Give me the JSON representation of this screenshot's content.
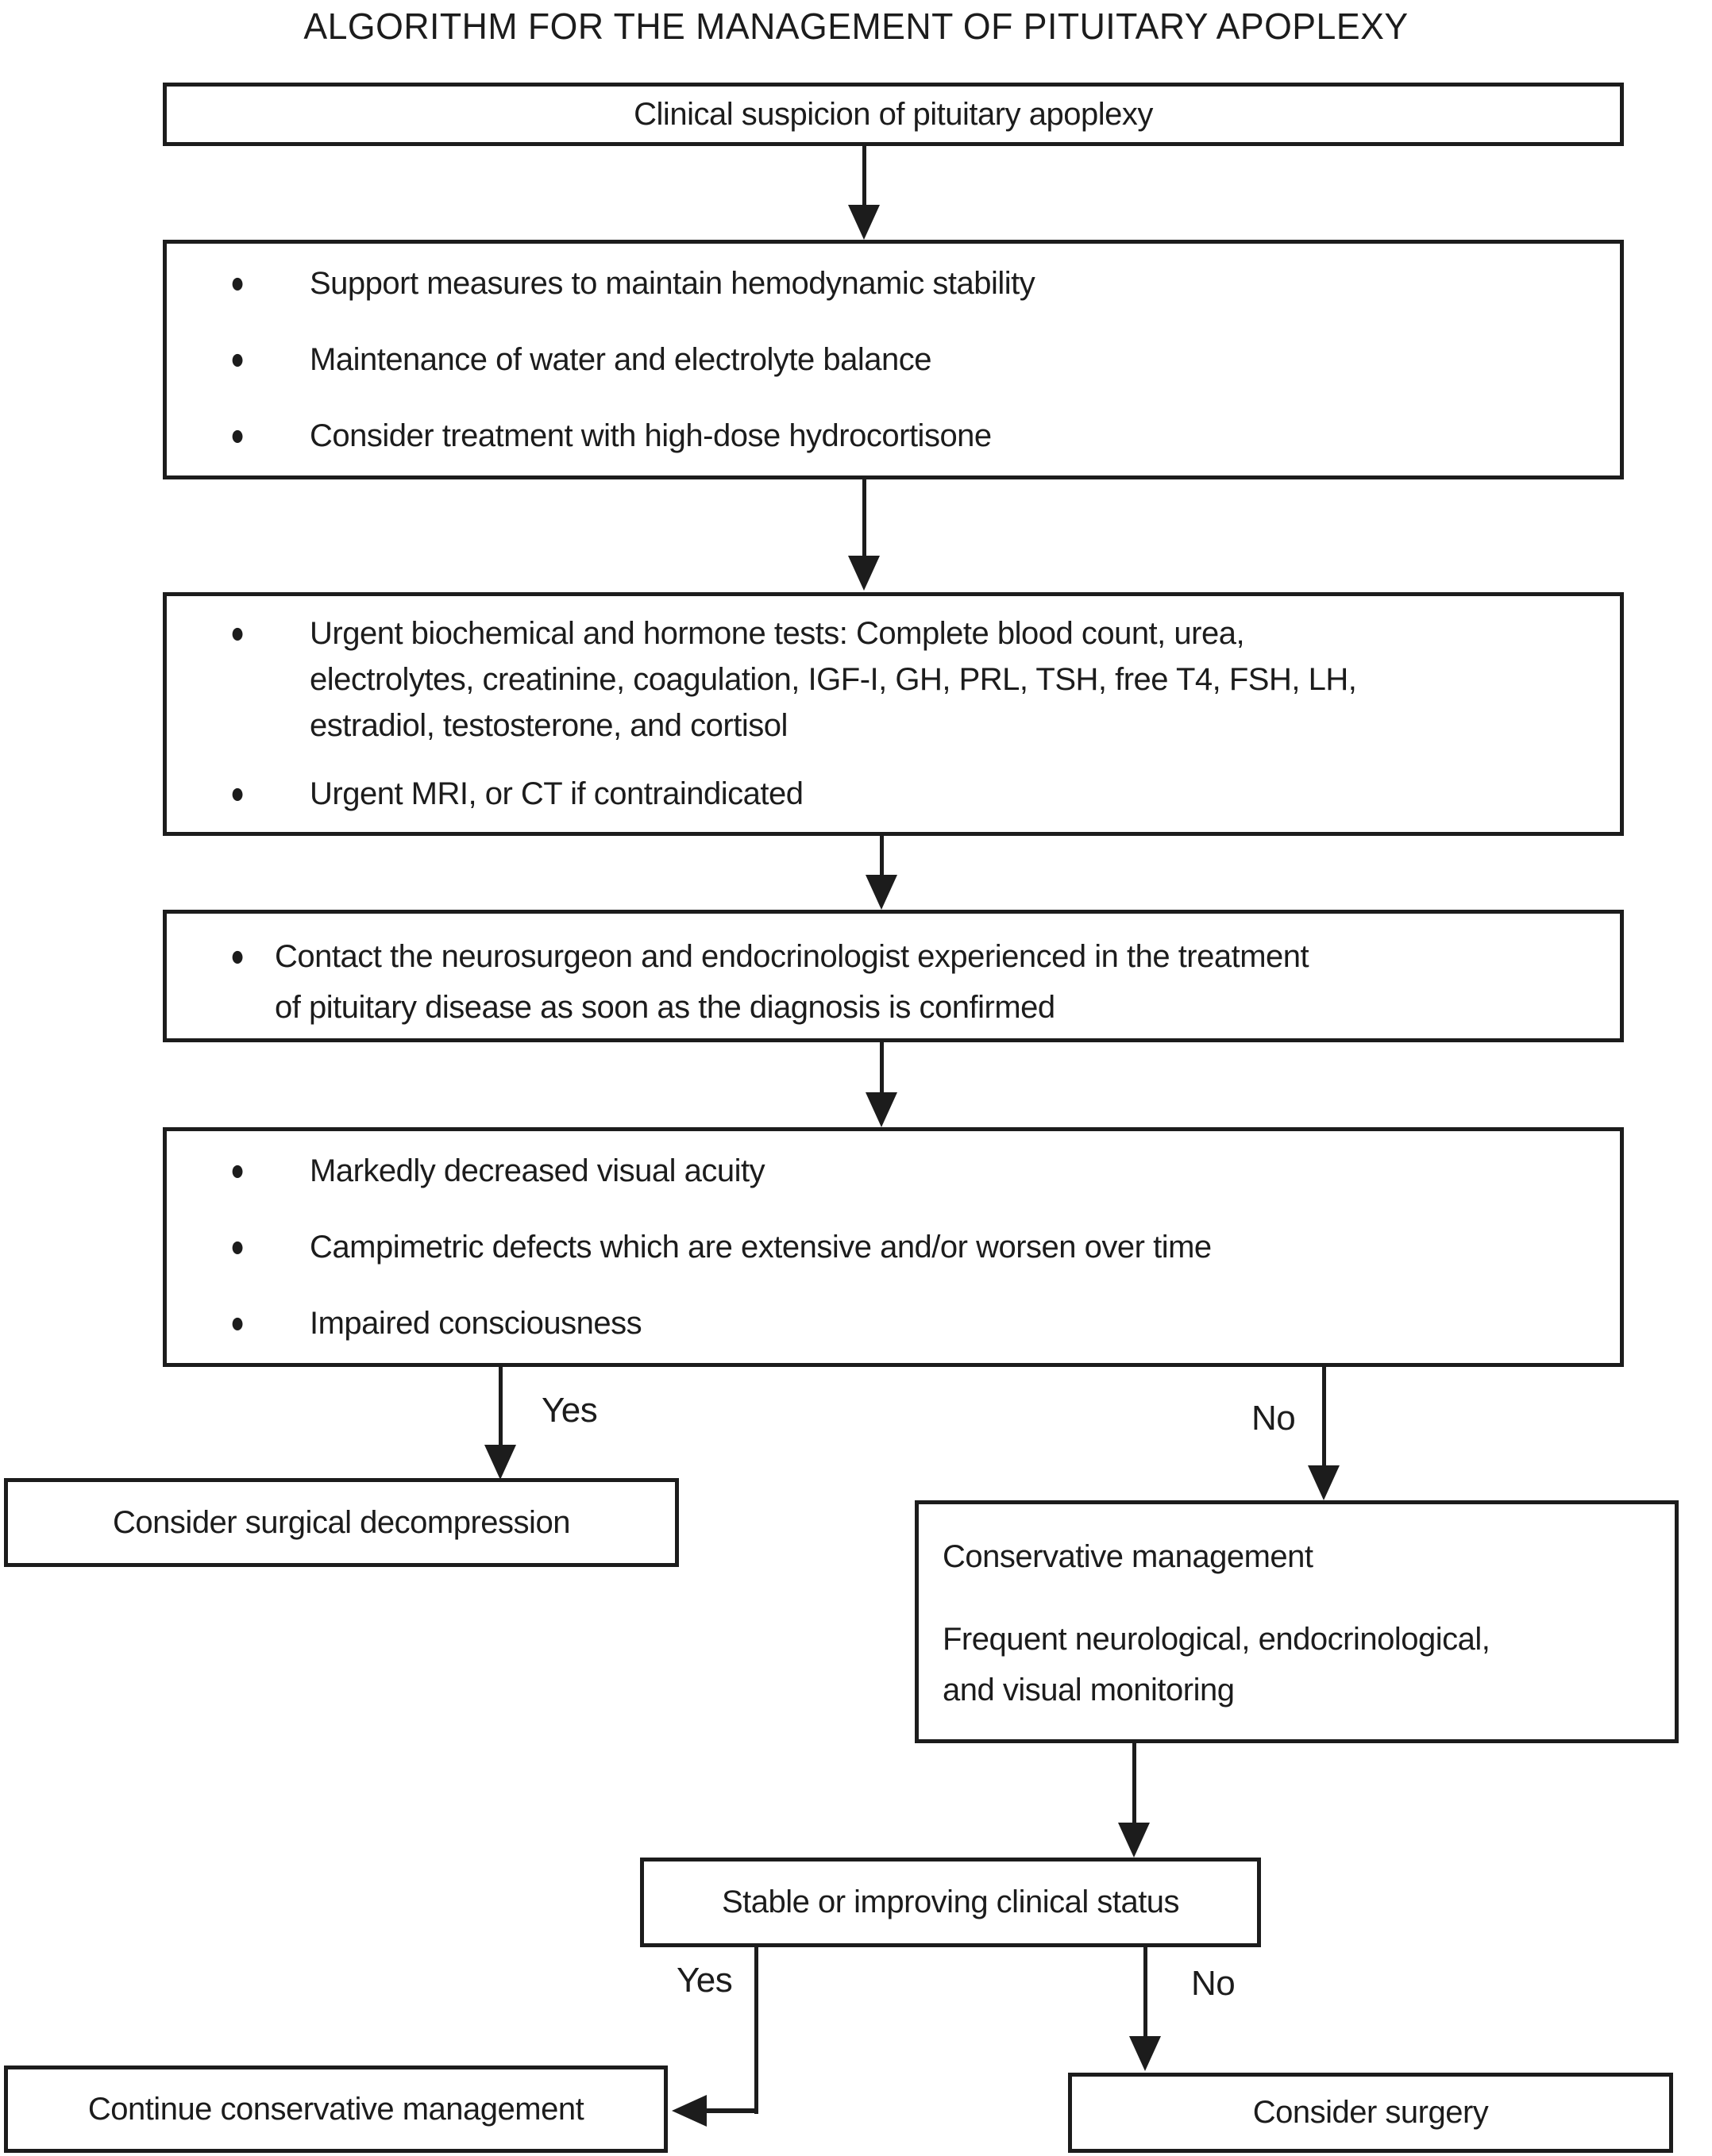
{
  "title": "ALGORITHM FOR THE MANAGEMENT OF PITUITARY APOPLEXY",
  "colors": {
    "ink": "#1c1c1c",
    "background": "#ffffff"
  },
  "icons": {
    "bullet": "●"
  },
  "flow": {
    "suspicion_box": {
      "text": "Clinical suspicion of pituitary apoplexy"
    },
    "support_box": {
      "items": [
        "Support measures to maintain hemodynamic stability",
        "Maintenance of water and electrolyte balance",
        "Consider treatment with high-dose hydrocortisone"
      ]
    },
    "tests_box": {
      "items": [
        {
          "lines": [
            "Urgent biochemical and hormone tests: Complete blood count, urea,",
            "electrolytes, creatinine, coagulation, IGF-I, GH, PRL, TSH, free T4, FSH, LH,",
            "estradiol, testosterone, and cortisol"
          ]
        },
        {
          "lines": [
            "Urgent MRI, or CT if contraindicated"
          ]
        }
      ]
    },
    "contact_box": {
      "lines": [
        "Contact the neurosurgeon and endocrinologist experienced in the treatment",
        "of pituitary disease as soon as the diagnosis is confirmed"
      ]
    },
    "severity_box": {
      "items": [
        "Markedly decreased visual acuity",
        "Campimetric defects which are extensive and/or worsen over time",
        "Impaired consciousness"
      ]
    },
    "branch1": {
      "yes_label": "Yes",
      "no_label": "No"
    },
    "surgical_box": {
      "text": "Consider surgical decompression"
    },
    "conservative_box": {
      "line1": "Conservative management",
      "line2": "Frequent neurological, endocrinological,",
      "line3": "and visual monitoring"
    },
    "stable_box": {
      "text": "Stable or improving clinical status"
    },
    "branch2": {
      "yes_label": "Yes",
      "no_label": "No"
    },
    "continue_box": {
      "text": "Continue conservative management"
    },
    "surgery_box": {
      "text": "Consider surgery"
    }
  }
}
